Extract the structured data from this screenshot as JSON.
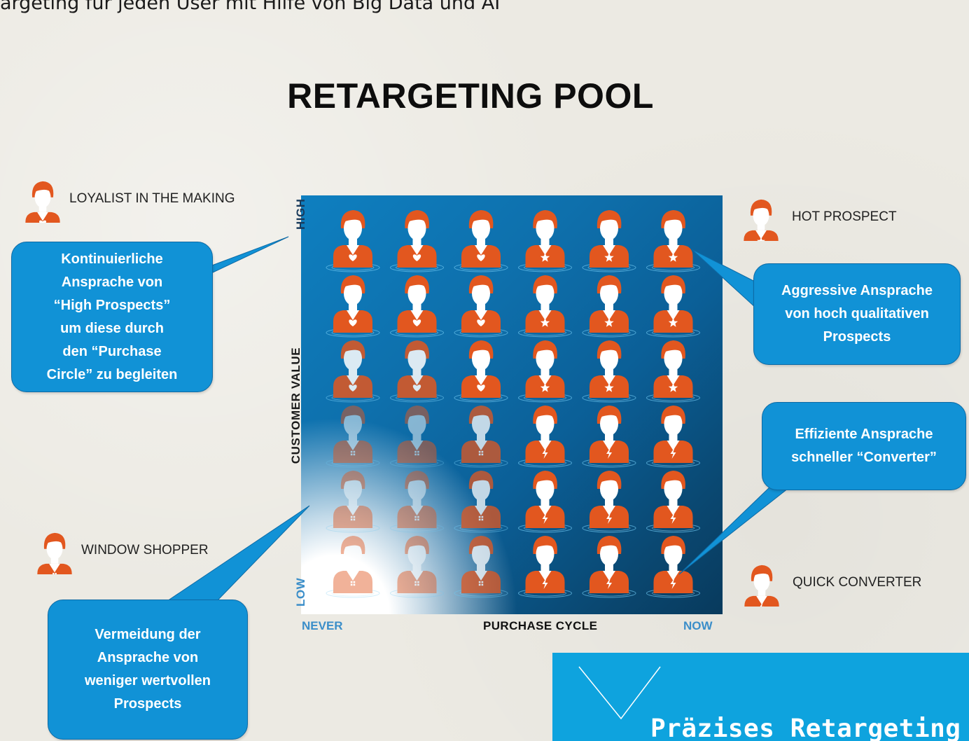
{
  "header": {
    "top_title": "argeting für jeden User mit Hilfe von Big Data und AI",
    "main_title": "RETARGETING POOL"
  },
  "axes": {
    "y_high": "HIGH",
    "y_low": "LOW",
    "y_title": "CUSTOMER VALUE",
    "x_left": "NEVER",
    "x_title": "PURCHASE CYCLE",
    "x_right": "NOW"
  },
  "legend": {
    "loyalist": "LOYALIST IN THE MAKING",
    "hot_prospect": "HOT PROSPECT",
    "window_shopper": "WINDOW SHOPPER",
    "quick_converter": "QUICK CONVERTER"
  },
  "callouts": {
    "loyalist": [
      "Kontinuierliche",
      "Ansprache von",
      "“High Prospects”",
      "um diese durch",
      "den “Purchase",
      "Circle” zu begleiten"
    ],
    "hot": [
      "Aggressive Ansprache",
      "von hoch qualitativen",
      "Prospects"
    ],
    "converter": [
      "Effiziente Ansprache",
      "schneller “Converter”"
    ],
    "window": [
      "Vermeidung der",
      "Ansprache von",
      "weniger wertvollen",
      "Prospects"
    ]
  },
  "grid": {
    "rows": [
      [
        "heart",
        "heart",
        "heart",
        "star",
        "star",
        "star"
      ],
      [
        "heart",
        "heart",
        "heart",
        "star",
        "star",
        "star"
      ],
      [
        "heart",
        "heart",
        "heart",
        "star",
        "star",
        "star"
      ],
      [
        "grid",
        "grid",
        "grid",
        "bolt",
        "bolt",
        "bolt"
      ],
      [
        "grid",
        "grid",
        "grid",
        "bolt",
        "bolt",
        "bolt"
      ],
      [
        "grid",
        "grid",
        "grid",
        "bolt",
        "bolt",
        "bolt"
      ]
    ],
    "opacity_rows": [
      [
        1,
        1,
        1,
        1,
        1,
        1
      ],
      [
        1,
        1,
        1,
        1,
        1,
        1
      ],
      [
        0.85,
        0.85,
        1,
        1,
        1,
        1
      ],
      [
        0.5,
        0.5,
        0.75,
        1,
        1,
        1
      ],
      [
        0.45,
        0.45,
        0.75,
        1,
        1,
        1
      ],
      [
        0.45,
        0.45,
        0.75,
        1,
        1,
        1
      ]
    ]
  },
  "colors": {
    "person_orange": "#e2571f",
    "person_face": "#ffffff",
    "callout_blue": "#1192d6",
    "axis_blue": "#3b8ec9"
  },
  "footer": {
    "text": "Präzises Retargeting im"
  }
}
